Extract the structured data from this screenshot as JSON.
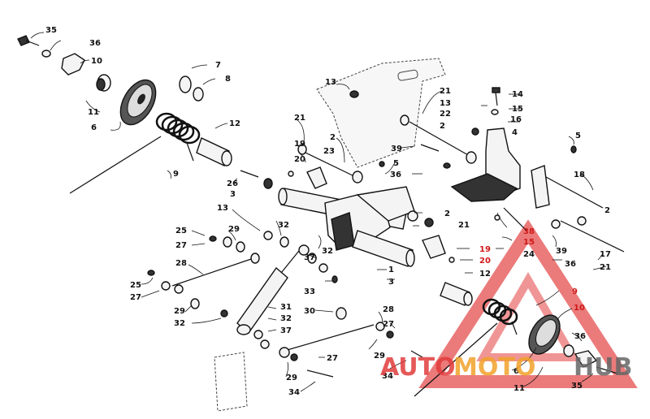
{
  "watermark": {
    "part1": "AUTO",
    "part2": "MOTO",
    "part3": "HUB",
    "color_red": "#e23b3b",
    "color_orange": "#f2a22a",
    "color_gray": "#666666"
  },
  "callouts": [
    {
      "text": "35"
    },
    {
      "text": "36"
    },
    {
      "text": "10"
    },
    {
      "text": "7"
    },
    {
      "text": "8"
    },
    {
      "text": "11"
    },
    {
      "text": "6"
    },
    {
      "text": "9"
    },
    {
      "text": "12"
    },
    {
      "text": "26"
    },
    {
      "text": "3"
    },
    {
      "text": "13"
    },
    {
      "text": "21"
    },
    {
      "text": "22"
    },
    {
      "text": "2"
    },
    {
      "text": "14"
    },
    {
      "text": "13"
    },
    {
      "text": "15"
    },
    {
      "text": "16"
    },
    {
      "text": "4"
    },
    {
      "text": "5"
    },
    {
      "text": "21"
    },
    {
      "text": "2"
    },
    {
      "text": "23"
    },
    {
      "text": "19"
    },
    {
      "text": "20"
    },
    {
      "text": "39"
    },
    {
      "text": "5"
    },
    {
      "text": "36"
    },
    {
      "text": "18"
    },
    {
      "text": "2"
    },
    {
      "text": "2"
    },
    {
      "text": "21"
    },
    {
      "text": "38"
    },
    {
      "text": "15"
    },
    {
      "text": "24"
    },
    {
      "text": "39"
    },
    {
      "text": "36"
    },
    {
      "text": "17"
    },
    {
      "text": "21"
    },
    {
      "text": "13"
    },
    {
      "text": "32"
    },
    {
      "text": "25"
    },
    {
      "text": "29"
    },
    {
      "text": "27"
    },
    {
      "text": "32"
    },
    {
      "text": "19"
    },
    {
      "text": "20"
    },
    {
      "text": "12"
    },
    {
      "text": "28"
    },
    {
      "text": "1"
    },
    {
      "text": "3"
    },
    {
      "text": "25"
    },
    {
      "text": "37"
    },
    {
      "text": "27"
    },
    {
      "text": "33"
    },
    {
      "text": "9"
    },
    {
      "text": "10"
    },
    {
      "text": "29"
    },
    {
      "text": "31"
    },
    {
      "text": "32"
    },
    {
      "text": "32"
    },
    {
      "text": "37"
    },
    {
      "text": "30"
    },
    {
      "text": "28"
    },
    {
      "text": "27"
    },
    {
      "text": "29"
    },
    {
      "text": "36"
    },
    {
      "text": "27"
    },
    {
      "text": "34"
    },
    {
      "text": "29"
    },
    {
      "text": "34"
    },
    {
      "text": "6"
    },
    {
      "text": "11"
    },
    {
      "text": "35"
    }
  ]
}
